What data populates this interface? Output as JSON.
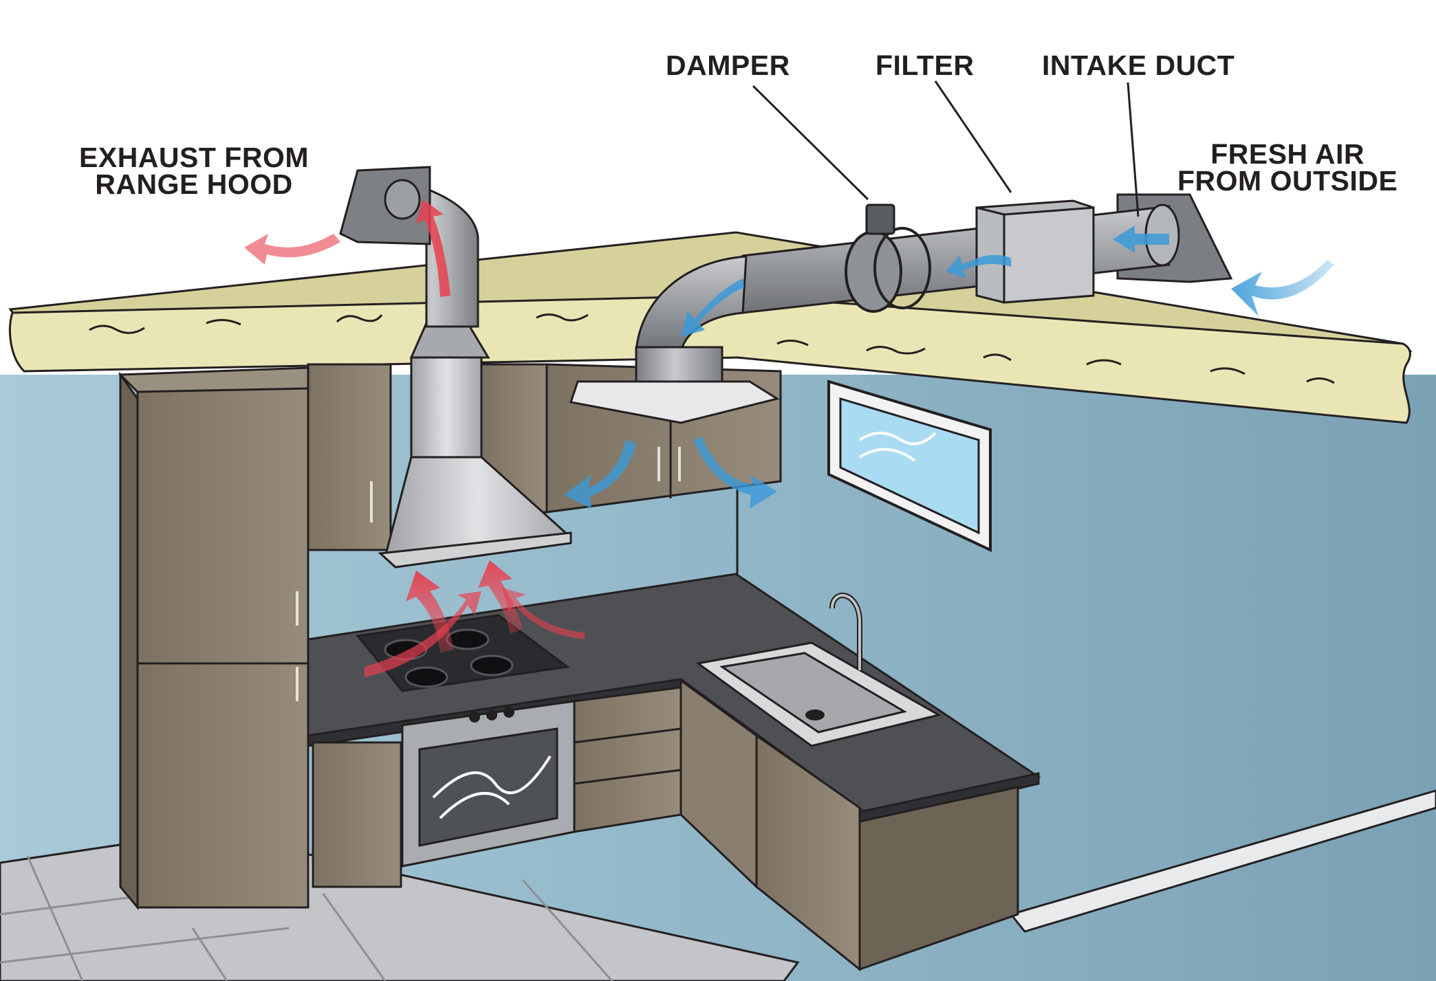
{
  "labels": {
    "damper": "DAMPER",
    "filter": "FILTER",
    "intake_duct": "INTAKE DUCT",
    "fresh_air_line1": "FRESH AIR",
    "fresh_air_line2": "FROM OUTSIDE",
    "exhaust_line1": "EXHAUST FROM",
    "exhaust_line2": "RANGE HOOD"
  },
  "colors": {
    "wall": "#8cb3c4",
    "joist": "#e9e4b2",
    "cabinet": "#8c8170",
    "countertop": "#4a4b4f",
    "floor": "#bfc0c3",
    "duct": "#a7aaae",
    "fresh_air_arrow": "#3a9ad9",
    "exhaust_arrow": "#e8404f",
    "outline": "#231f20"
  },
  "icons": [
    "fresh-air-arrow-icon",
    "exhaust-arrow-icon",
    "damper-icon",
    "filter-box-icon",
    "faucet-icon"
  ]
}
